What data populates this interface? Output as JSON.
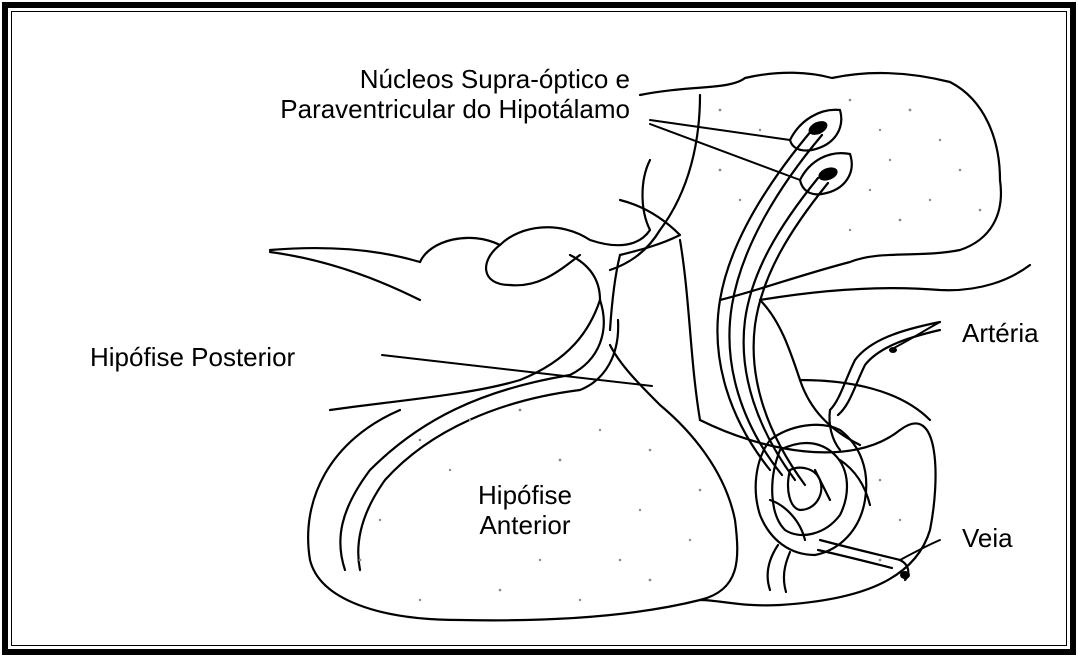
{
  "labels": {
    "nuclei_line1": "Núcleos Supra-óptico e",
    "nuclei_line2": "Paraventricular do Hipotálamo",
    "posterior": "Hipófise Posterior",
    "anterior_line1": "Hipófise",
    "anterior_line2": "Anterior",
    "artery": "Artéria",
    "vein": "Veia"
  },
  "colors": {
    "ink": "#000000",
    "background": "#ffffff",
    "stipple": "#8a8a8a"
  }
}
